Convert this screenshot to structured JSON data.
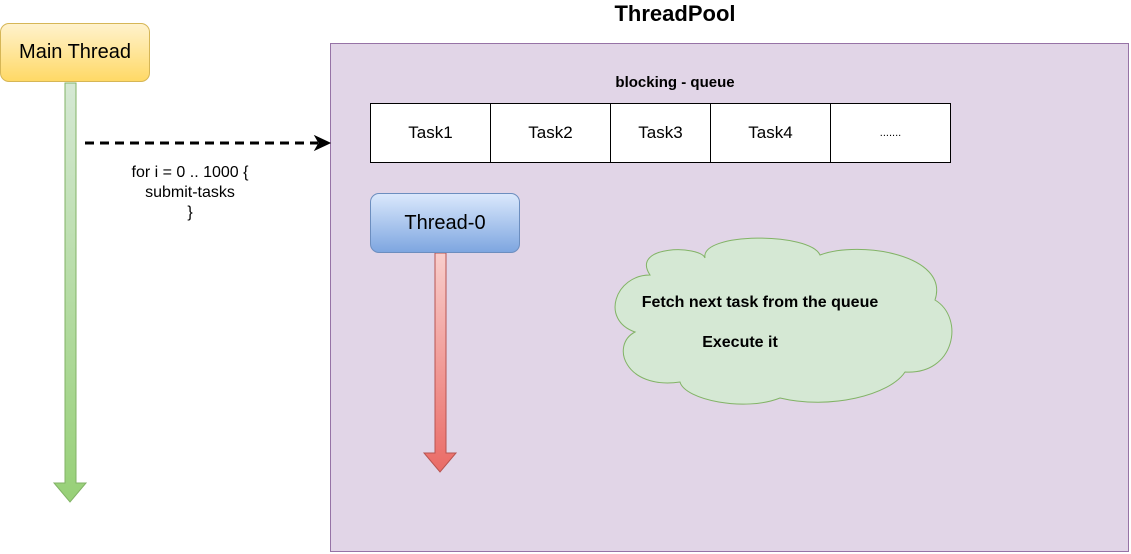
{
  "threadpool": {
    "title": "ThreadPool"
  },
  "main_thread": {
    "label": "Main Thread",
    "loop_text": "for i = 0 .. 1000 {\nsubmit-tasks\n}"
  },
  "queue": {
    "title": "blocking - queue",
    "cells": [
      "Task1",
      "Task2",
      "Task3",
      "Task4",
      "......."
    ]
  },
  "worker": {
    "label": "Thread-0"
  },
  "cloud": {
    "line1": "Fetch next task from the queue",
    "line2": "Execute it"
  },
  "colors": {
    "pool_fill": "#e1d5e7",
    "pool_border": "#9673a6",
    "main_fill_top": "#fff2cc",
    "main_fill_bottom": "#ffd966",
    "worker_fill_top": "#dae8fc",
    "worker_fill_bottom": "#7ea6e0",
    "cloud_fill": "#d5e8d4",
    "cloud_border": "#82b366",
    "green_arrow": "#97d077",
    "red_arrow": "#ea6b66"
  }
}
